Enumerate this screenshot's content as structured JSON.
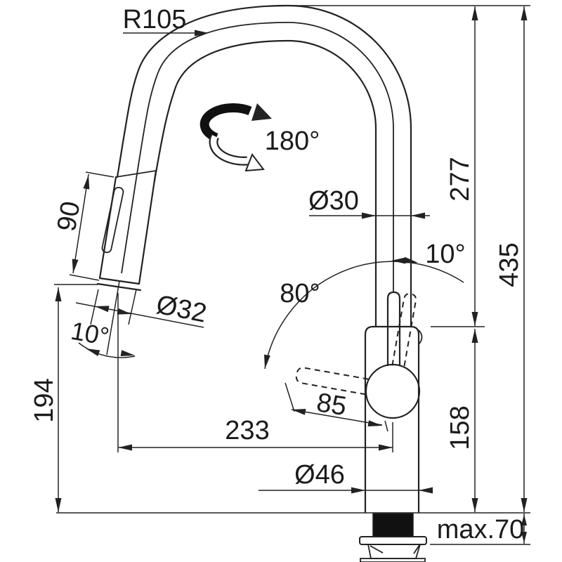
{
  "drawing": {
    "title": "Pull-out kitchen faucet technical dimension drawing",
    "units": "mm",
    "labels": {
      "bend_radius": "R105",
      "swivel_angle": "180°",
      "spout_tube_diameter": "Ø30",
      "spout_height": "277",
      "total_height": "435",
      "spray_head_length": "90",
      "spray_head_diameter": "Ø32",
      "spray_head_angle": "10°",
      "lever_swing_angle": "80°",
      "lever_tilt_angle": "10°",
      "outlet_height": "194",
      "lever_length": "85",
      "spout_reach": "233",
      "body_height": "158",
      "body_diameter": "Ø46",
      "max_mounting_thickness": "max.70"
    },
    "colors": {
      "line": "#222222",
      "background": "#ffffff",
      "solid_fill": "#111111"
    }
  }
}
